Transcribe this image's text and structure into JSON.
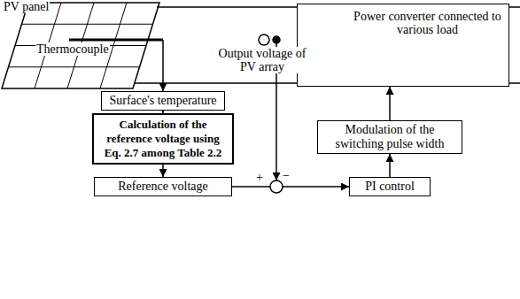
{
  "diagram": {
    "nodes": [
      {
        "text": [
          "PV panel",
          "Thermocouple"
        ]
      },
      {
        "text": [
          "Power converter connected to various load"
        ]
      },
      {
        "text": [
          "Surface's temperature"
        ]
      },
      {
        "text": [
          "Calculation of the reference voltage using Eq. 2.7 among Table 2.2"
        ]
      },
      {
        "text": [
          "Reference voltage"
        ]
      },
      {
        "text": [
          "Modulation of the switching pulse width"
        ]
      },
      {
        "text": [
          "PI control"
        ]
      }
    ],
    "edges": [
      {
        "from": 0,
        "to": 2,
        "arrow": "to"
      },
      {
        "from": 2,
        "to": 3,
        "arrow": "to"
      },
      {
        "from": 3,
        "to": 4,
        "arrow": "to"
      },
      {
        "from": 4,
        "to": 6,
        "arrow": "to"
      },
      {
        "from": 6,
        "to": 5,
        "arrow": "to"
      },
      {
        "from": 5,
        "to": 1,
        "arrow": "to"
      },
      {
        "from": 0,
        "to": 1,
        "arrow": "none"
      },
      {
        "from": 0,
        "to": 1,
        "arrow": "none"
      }
    ],
    "labels": [
      "Output voltage of PV array",
      "+",
      "−"
    ]
  }
}
